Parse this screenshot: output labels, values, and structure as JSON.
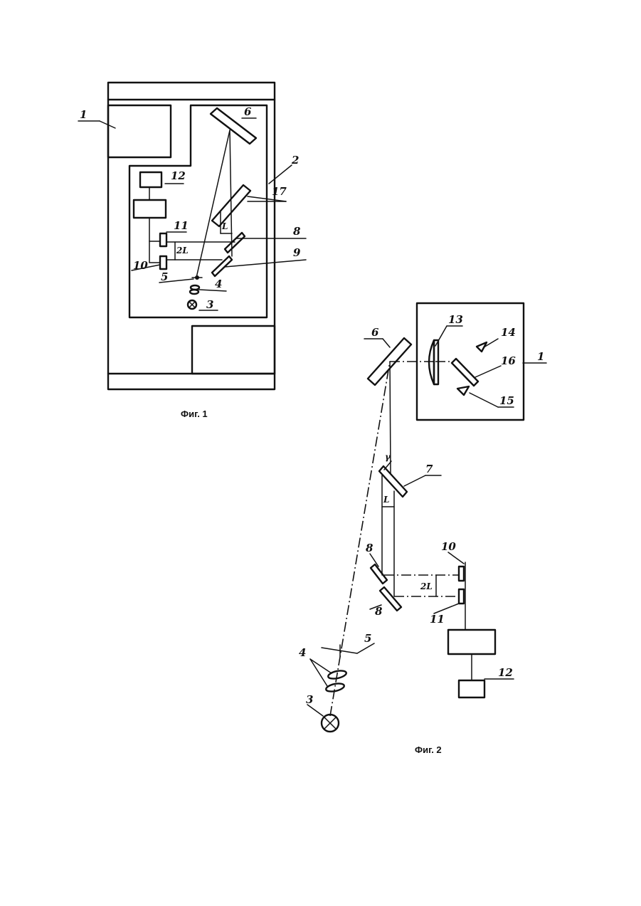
{
  "figure1": {
    "caption": "Фиг. 1",
    "labels": {
      "l1": "1",
      "l2": "2",
      "l3": "3",
      "l4": "4",
      "l5": "5",
      "l6": "6",
      "l8": "8",
      "l9": "9",
      "l10": "10",
      "l11": "11",
      "l12": "12",
      "l17": "17",
      "l_small": "L",
      "l_2L": "2L"
    }
  },
  "figure2": {
    "caption": "Фиг. 2",
    "labels": {
      "l1": "1",
      "l3": "3",
      "l4": "4",
      "l5": "5",
      "l6": "6",
      "l7": "7",
      "l8a": "8",
      "l8b": "8",
      "l10": "10",
      "l11": "11",
      "l12": "12",
      "l13": "13",
      "l14": "14",
      "l15": "15",
      "l16": "16",
      "l_gamma": "γ",
      "l_L": "L",
      "l_2L": "2L"
    }
  }
}
